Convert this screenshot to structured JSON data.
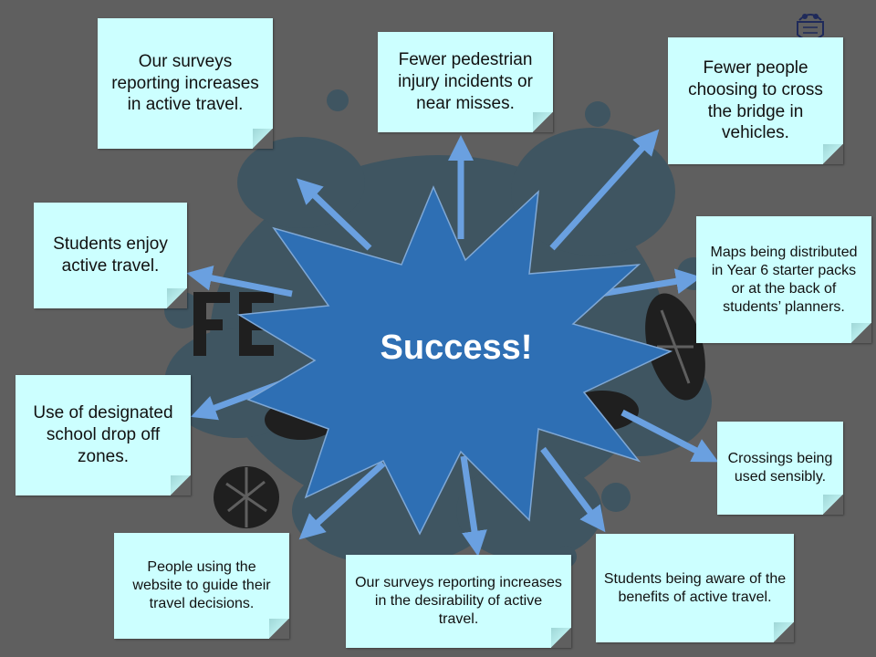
{
  "diagram": {
    "center_label": "Success!",
    "notes": [
      {
        "id": "surveys-active-travel",
        "text": "Our surveys reporting increases in active travel."
      },
      {
        "id": "fewer-pedestrian-injury",
        "text": "Fewer pedestrian injury incidents or near misses."
      },
      {
        "id": "fewer-vehicles-bridge",
        "text": "Fewer people choosing to cross the bridge in vehicles."
      },
      {
        "id": "students-enjoy",
        "text": "Students enjoy active travel."
      },
      {
        "id": "maps-distributed",
        "text": "Maps being distributed in Year 6 starter packs or at the back of students’ planners."
      },
      {
        "id": "drop-off-zones",
        "text": "Use of designated school drop off zones."
      },
      {
        "id": "crossings-used",
        "text": "Crossings being used sensibly."
      },
      {
        "id": "website-guide",
        "text": "People using the website to guide their travel decisions."
      },
      {
        "id": "surveys-desirability",
        "text": "Our surveys reporting increases in the desirability of active travel."
      },
      {
        "id": "students-aware",
        "text": "Students being aware of the benefits of active travel."
      }
    ]
  },
  "colors": {
    "background": "#5f5f5f",
    "note_fill": "#ccffff",
    "starburst": "#2e6fb4",
    "arrow": "#6aa0e0",
    "splash": "#3f5561"
  }
}
